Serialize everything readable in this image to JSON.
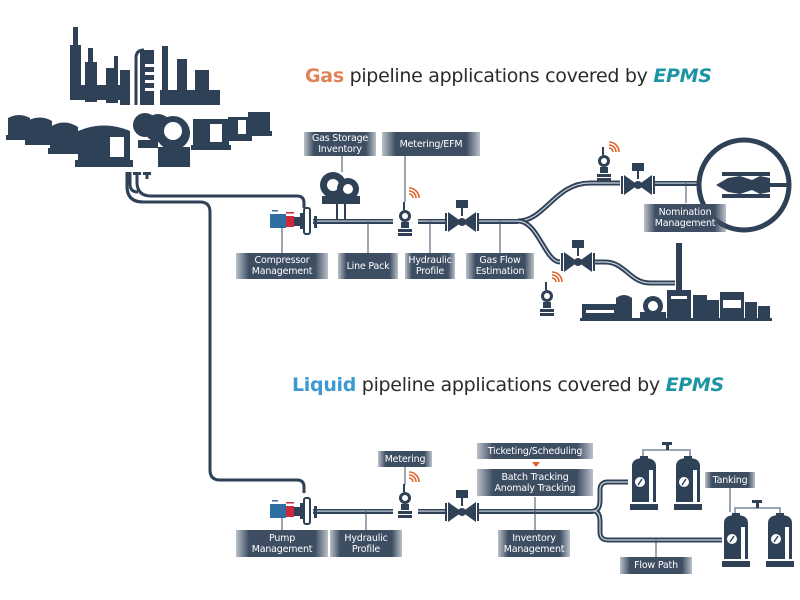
{
  "colors": {
    "pipe": "#2f4156",
    "pipe_highlight": "#c9d2dc",
    "label_bg": "#3d4e63",
    "gas_accent": "#e0835a",
    "liquid_accent": "#3d9ad1",
    "brand_teal": "#1b95a3",
    "signal_orange": "#e0632b",
    "pump_blue": "#2e6ea3",
    "pump_red": "#d0283a"
  },
  "gas_section": {
    "title": {
      "keyword": "Gas",
      "rest": " pipeline applications covered by ",
      "brand": "EPMS"
    },
    "labels": {
      "gas_storage_inventory": "Gas Storage\nInventory",
      "metering_efm": "Metering/EFM",
      "compressor_management": "Compressor\nManagement",
      "line_pack": "Line Pack",
      "hydraulic_profile": "Hydraulic\nProfile",
      "gas_flow_estimation": "Gas Flow\nEstimation",
      "nomination_management": "Nomination\nManagement"
    }
  },
  "liquid_section": {
    "title": {
      "keyword": "Liquid",
      "rest": " pipeline applications covered by ",
      "brand": "EPMS"
    },
    "labels": {
      "metering": "Metering",
      "ticketing_scheduling": "Ticketing/Scheduling",
      "batch_anomaly_tracking": "Batch Tracking\nAnomaly Tracking",
      "pump_management": "Pump\nManagement",
      "hydraulic_profile": "Hydraulic\nProfile",
      "inventory_management": "Inventory\nManagement",
      "tanking": "Tanking",
      "flow_path": "Flow Path"
    }
  },
  "icons": [
    "refinery-icon",
    "compressor-icon",
    "gas-storage-sphere-icon",
    "flow-meter-icon",
    "signal-icon",
    "valve-icon",
    "turbine-icon",
    "industrial-plant-icon",
    "pump-icon",
    "storage-tank-icon"
  ]
}
